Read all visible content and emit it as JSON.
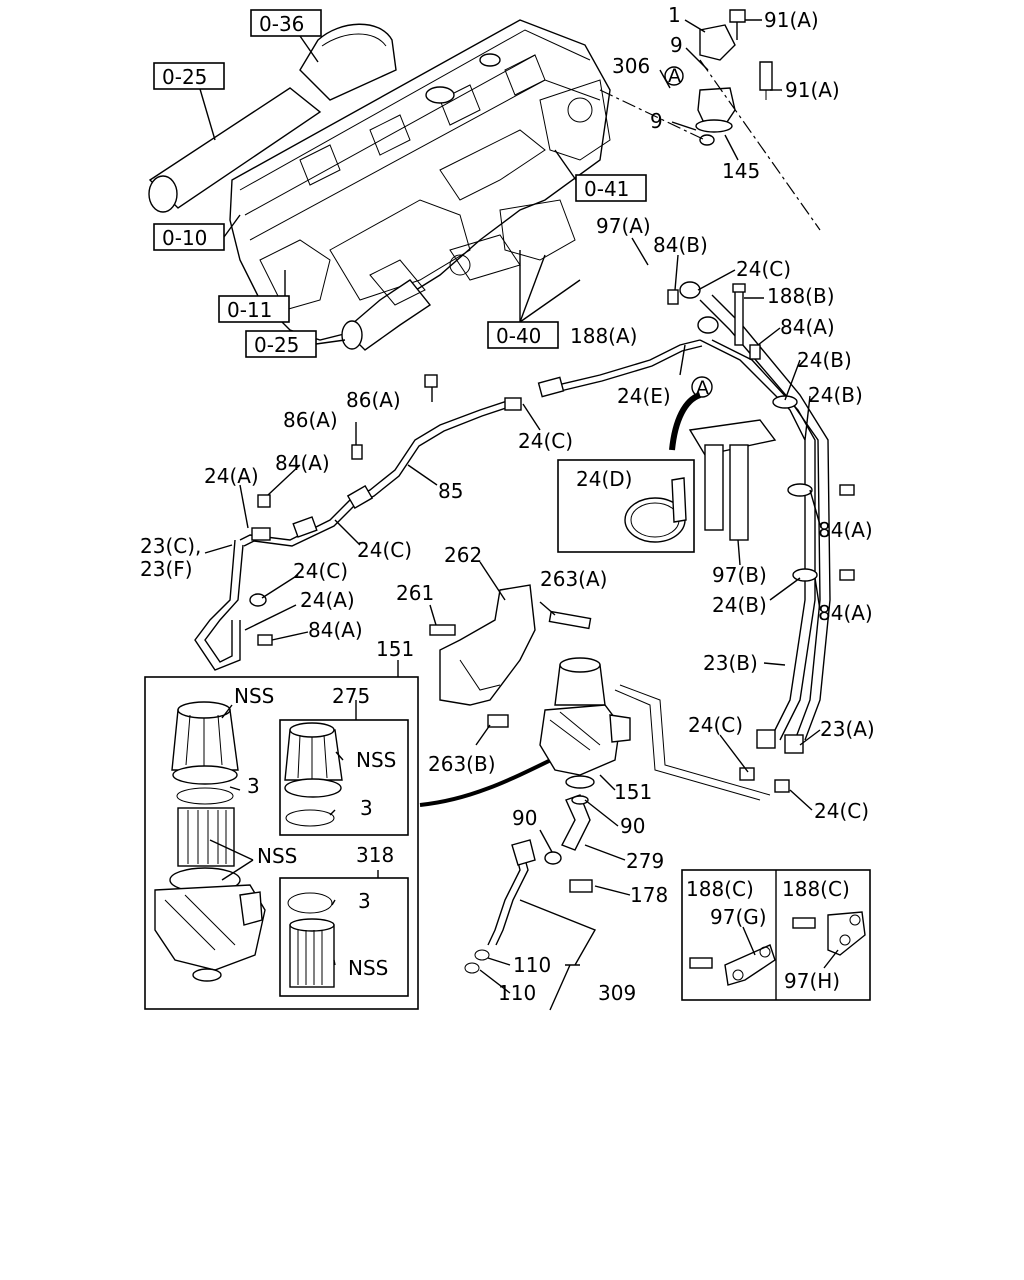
{
  "callouts": {
    "c_0_36": "0-36",
    "c_0_25_top": "0-25",
    "c_0_10": "0-10",
    "c_0_11": "0-11",
    "c_0_25_bot": "0-25",
    "c_0_41": "0-41",
    "c_0_40": "0-40"
  },
  "labels": {
    "n1": "1",
    "n91a_1": "91(A)",
    "n9_top": "9",
    "n306": "306",
    "nA_top": "A",
    "n91a_2": "91(A)",
    "n9_mid": "9",
    "n145": "145",
    "n97a": "97(A)",
    "n84b": "84(B)",
    "n24c_1": "24(C)",
    "n188b": "188(B)",
    "n84a_1": "84(A)",
    "n188a": "188(A)",
    "n24b_1": "24(B)",
    "n24b_2": "24(B)",
    "n86a_1": "86(A)",
    "n24e": "24(E)",
    "nA_mid": "A",
    "n86a_2": "86(A)",
    "n24c_2": "24(C)",
    "n24d": "24(D)",
    "n24a_1": "24(A)",
    "n84a_2": "84(A)",
    "n85": "85",
    "n84a_3": "84(A)",
    "n23c": "23(C),",
    "n23f": "23(F)",
    "n24c_3": "24(C)",
    "n24c_4": "24(C)",
    "n97b": "97(B)",
    "n24b_3": "24(B)",
    "n84a_4": "84(A)",
    "n262": "262",
    "n263a": "263(A)",
    "n24a_2": "24(A)",
    "n84a_5": "84(A)",
    "n261": "261",
    "n23b": "23(B)",
    "n151_top": "151",
    "n275": "275",
    "nNSS_1": "NSS",
    "nNSS_2": "NSS",
    "n3_1": "3",
    "n3_2": "3",
    "n263b": "263(B)",
    "n24c_5": "24(C)",
    "n23a": "23(A)",
    "n151_mid": "151",
    "nNSS_3": "NSS",
    "n90_1": "90",
    "n90_2": "90",
    "n24c_6": "24(C)",
    "n318": "318",
    "n279": "279",
    "n3_3": "3",
    "n188c_1": "188(C)",
    "n188c_2": "188(C)",
    "n178": "178",
    "n97g": "97(G)",
    "nNSS_4": "NSS",
    "n97h": "97(H)",
    "n110_1": "110",
    "n110_2": "110",
    "n309": "309"
  }
}
